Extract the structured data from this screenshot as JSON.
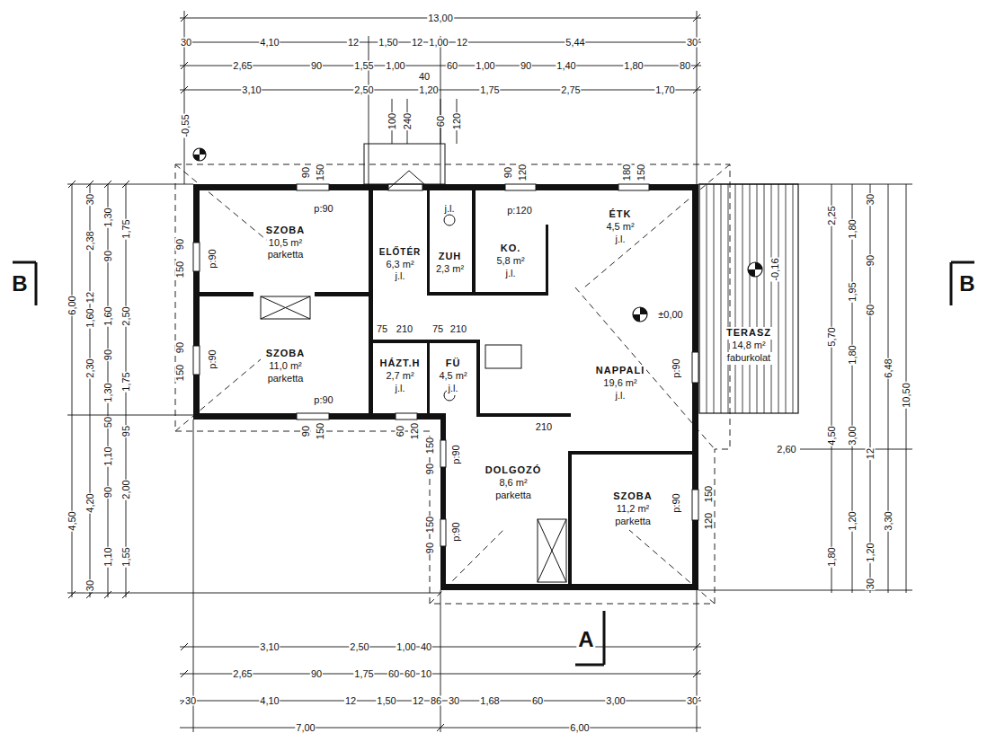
{
  "diagram": {
    "nodes": [
      {
        "text": [
          "SZOBA",
          "10,5 m²",
          "parketta"
        ]
      },
      {
        "text": [
          "SZOBA",
          "11,0 m²",
          "parketta"
        ]
      },
      {
        "text": [
          "ELŐTÉR",
          "6,3 m²",
          "j.l."
        ]
      },
      {
        "text": [
          "ZUH",
          "2,3 m²"
        ]
      },
      {
        "text": [
          "KO.",
          "5,8 m²",
          "j.l."
        ]
      },
      {
        "text": [
          "ÉTK",
          "4,5 m²",
          "j.l."
        ]
      },
      {
        "text": [
          "NAPPALI",
          "19,6 m²",
          "j.l."
        ]
      },
      {
        "text": [
          "HÁZT.H",
          "2,7 m²",
          "j.l."
        ]
      },
      {
        "text": [
          "FÜ",
          "4,5 m²",
          "j.l."
        ]
      },
      {
        "text": [
          "DOLGOZÓ",
          "8,6 m²",
          "parketta"
        ]
      },
      {
        "text": [
          "SZOBA",
          "11,2 m²",
          "parketta"
        ]
      },
      {
        "text": [
          "TERASZ",
          "14,8 m²",
          "faburkolat"
        ]
      }
    ],
    "labels": [
      "13,00",
      "30",
      "4,10",
      "12",
      "1,50",
      "12",
      "1,00",
      "12",
      "5,44",
      "30",
      "2,65",
      "90",
      "1,55",
      "1,00",
      "40",
      "60",
      "1,00",
      "90",
      "1,40",
      "1,80",
      "80",
      "3,10",
      "2,50",
      "1,20",
      "1,75",
      "2,75",
      "1,70",
      "100",
      "240",
      "60",
      "120",
      "-0,55",
      "6,00",
      "4,50",
      "30",
      "2,38",
      "12",
      "1,60",
      "2,30",
      "4,20",
      "30",
      "1,30",
      "90",
      "1,60",
      "90",
      "1,30",
      "50",
      "1,10",
      "90",
      "1,10",
      "1,75",
      "2,50",
      "1,75",
      "95",
      "2,00",
      "1,55",
      "2,25",
      "5,70",
      "4,50",
      "1,80",
      "1,80",
      "1,95",
      "1,80",
      "3,00",
      "1,20",
      "30",
      "90",
      "60",
      "12",
      "1,20",
      "30",
      "6,48",
      "3,30",
      "10,50",
      "2,60",
      "3,10",
      "2,50",
      "1,00",
      "40",
      "2,65",
      "90",
      "1,75",
      "60",
      "60",
      "10",
      "30",
      "4,10",
      "12",
      "1,50",
      "12",
      "86",
      "30",
      "1,68",
      "60",
      "3,00",
      "30",
      "7,00",
      "6,00",
      "±0,00",
      "-0,16",
      "A",
      "B",
      "B",
      "p:90",
      "90",
      "150",
      "p:90",
      "90",
      "150",
      "p:90",
      "90",
      "150",
      "p:120",
      "90",
      "120",
      "180",
      "150",
      "p:90",
      "90",
      "150",
      "60",
      "120",
      "p:90",
      "p:90",
      "150",
      "120",
      "p:90",
      "150",
      "90",
      "p:90",
      "150",
      "90",
      "75",
      "210",
      "75",
      "210",
      "j.l.",
      "210"
    ]
  }
}
